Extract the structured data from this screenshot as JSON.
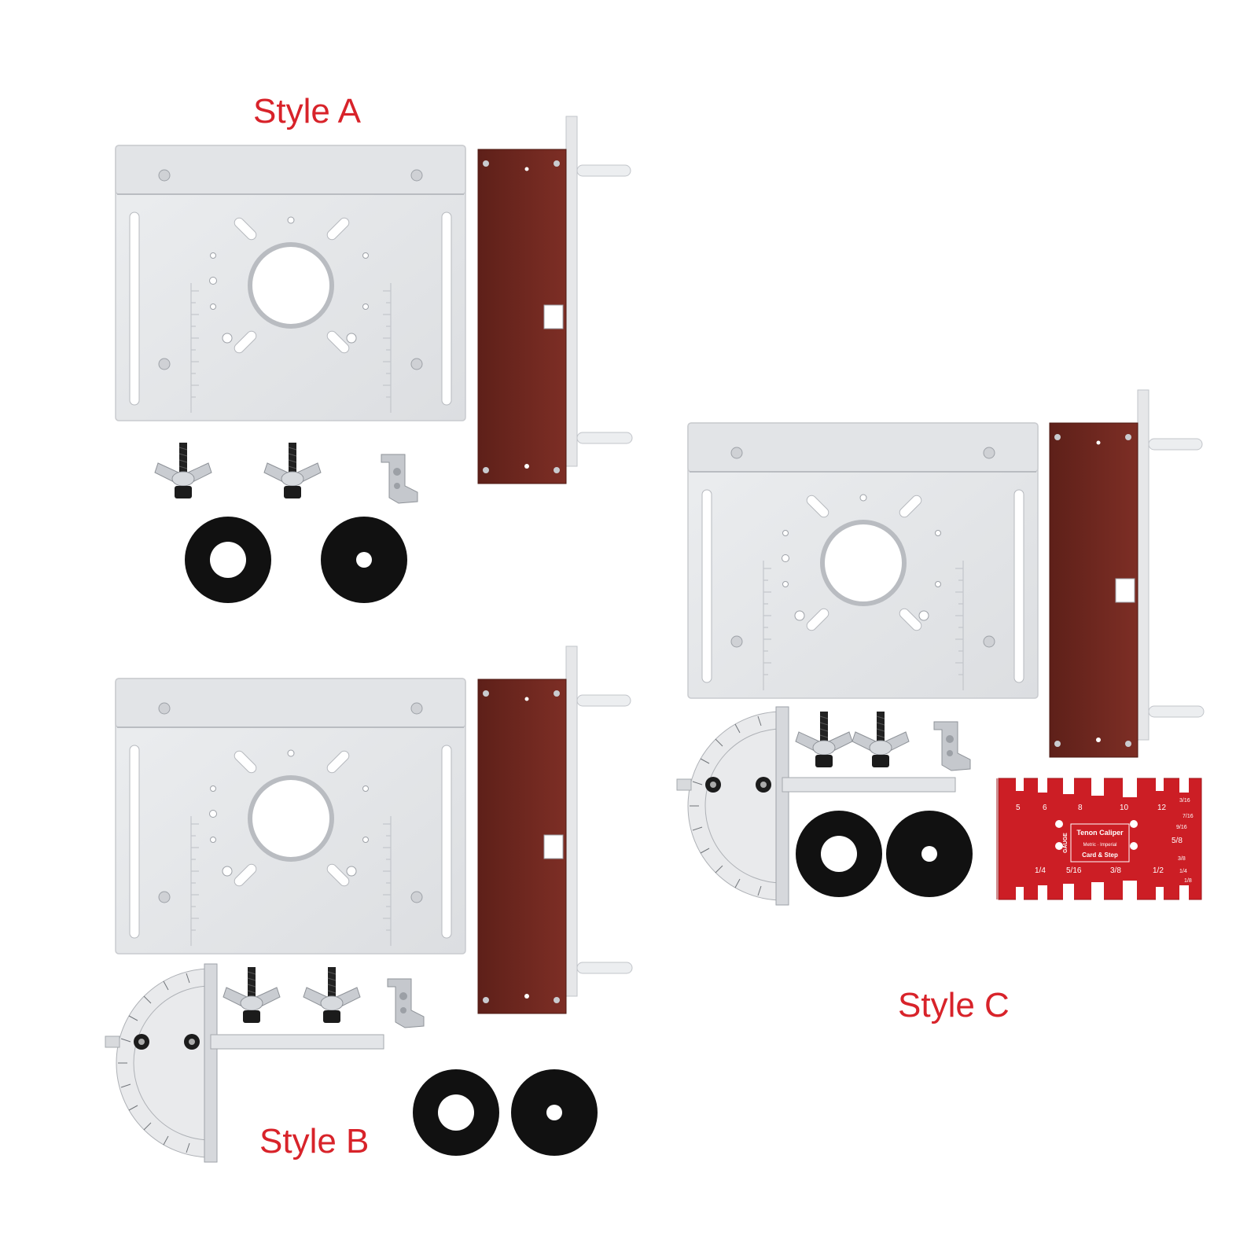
{
  "colors": {
    "label_red": "#d8232a",
    "aluminum": "#e6e7e9",
    "aluminum_edge": "#c9cbcf",
    "fence_brown": "#7a2a22",
    "washer_black": "#111111",
    "gauge_red": "#cc1e25"
  },
  "styles": {
    "a": {
      "label": "Style A"
    },
    "b": {
      "label": "Style B"
    },
    "c": {
      "label": "Style C"
    }
  },
  "tenon_gauge": {
    "title": "Tenon Caliper",
    "subtitle": "Metric · Imperial",
    "subtitle2": "Card & Step",
    "side": "GAUGE",
    "top_numbers": [
      "5",
      "6",
      "8",
      "10",
      "12"
    ],
    "bottom_fractions": [
      "1/4",
      "5/16",
      "3/8",
      "1/2"
    ],
    "right_fractions": [
      "3/16",
      "7/16",
      "9/16",
      "5/8",
      "3/8",
      "1/4",
      "1/8"
    ]
  }
}
